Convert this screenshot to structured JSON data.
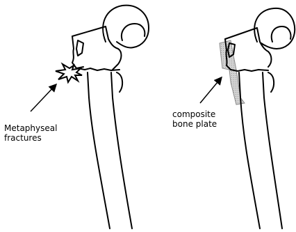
{
  "figure": {
    "left_panel": {
      "label_lines": [
        "Metaphyseal",
        "fractures"
      ]
    },
    "right_panel": {
      "label_lines": [
        "composite",
        "bone plate"
      ]
    }
  },
  "colors": {
    "line": "#000000",
    "plate_fill": "#c8c8c8"
  }
}
